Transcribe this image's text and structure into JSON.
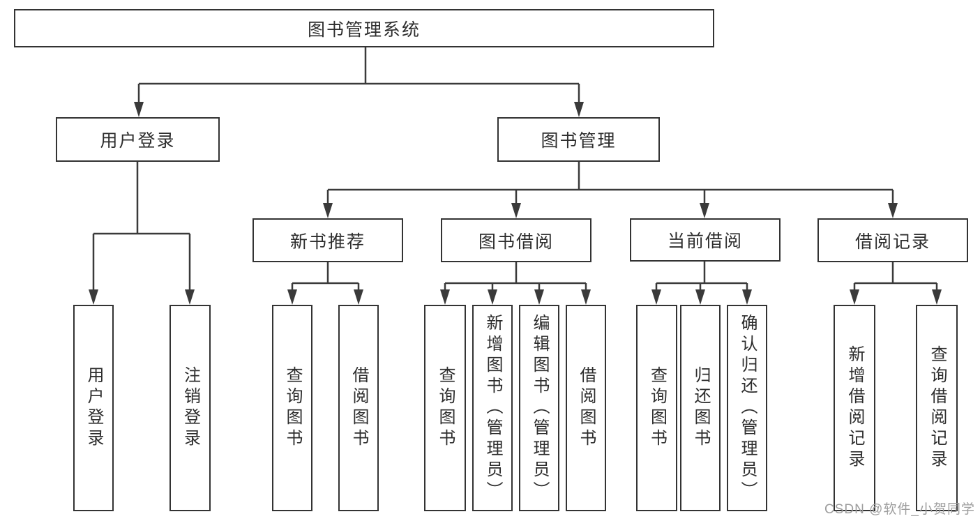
{
  "diagram": {
    "tree": {
      "label": "图书管理系统",
      "children": [
        {
          "label": "用户登录",
          "children": [
            {
              "label": "用户登录"
            },
            {
              "label": "注销登录"
            }
          ]
        },
        {
          "label": "图书管理",
          "children": [
            {
              "label": "新书推荐",
              "children": [
                {
                  "label": "查询图书"
                },
                {
                  "label": "借阅图书"
                }
              ]
            },
            {
              "label": "图书借阅",
              "children": [
                {
                  "label": "查询图书"
                },
                {
                  "label": "新增图书（管理员）"
                },
                {
                  "label": "编辑图书（管理员）"
                },
                {
                  "label": "借阅图书"
                }
              ]
            },
            {
              "label": "当前借阅",
              "children": [
                {
                  "label": "查询图书"
                },
                {
                  "label": "归还图书"
                },
                {
                  "label": "确认归还（管理员）"
                }
              ]
            },
            {
              "label": "借阅记录",
              "children": [
                {
                  "label": "新增借阅记录"
                },
                {
                  "label": "查询借阅记录"
                }
              ]
            }
          ]
        }
      ]
    },
    "watermark": "CSDN @软件_小贺同学",
    "colors": {
      "line": "#3a3a3a",
      "box_border": "#333333",
      "text": "#2d2d2d",
      "watermark": "#9d9d9d",
      "background": "#ffffff"
    }
  }
}
